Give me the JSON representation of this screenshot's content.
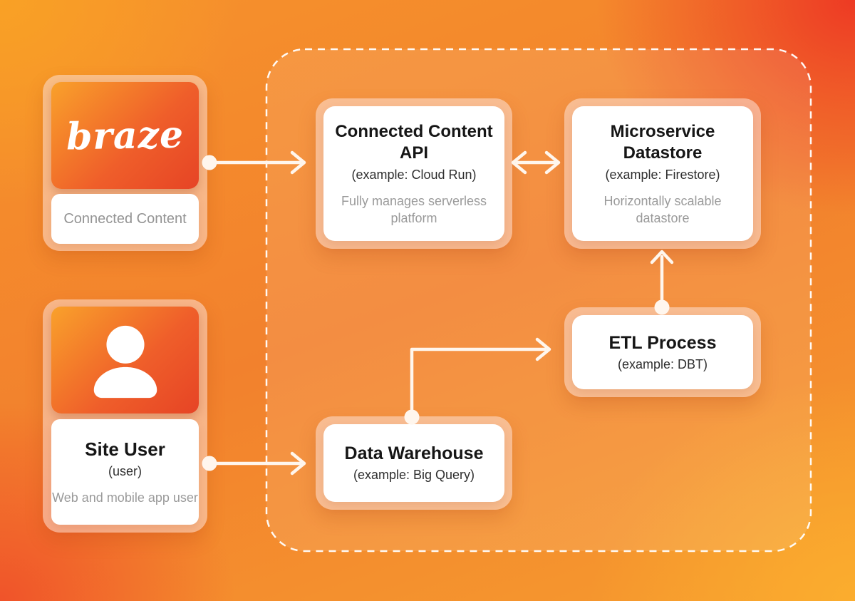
{
  "braze_card": {
    "logo": "braze",
    "label": "Connected Content"
  },
  "user_card": {
    "title": "Site User",
    "subtitle": "(user)",
    "description": "Web and mobile app user"
  },
  "nodes": {
    "api": {
      "title": "Connected Content API",
      "example": "(example: Cloud Run)",
      "description": "Fully manages serverless platform"
    },
    "datastore": {
      "title": "Microservice Datastore",
      "example": "(example: Firestore)",
      "description": "Horizontally scalable datastore"
    },
    "etl": {
      "title": "ETL Process",
      "example": "(example: DBT)"
    },
    "warehouse": {
      "title": "Data Warehouse",
      "example": "(example: Big Query)"
    }
  },
  "colors": {
    "brand_orange": "#F9A12B",
    "brand_red": "#E64425",
    "card_white": "#FFFFFF",
    "muted_text": "#9A9A9A",
    "line_white": "#FFF6ED"
  }
}
